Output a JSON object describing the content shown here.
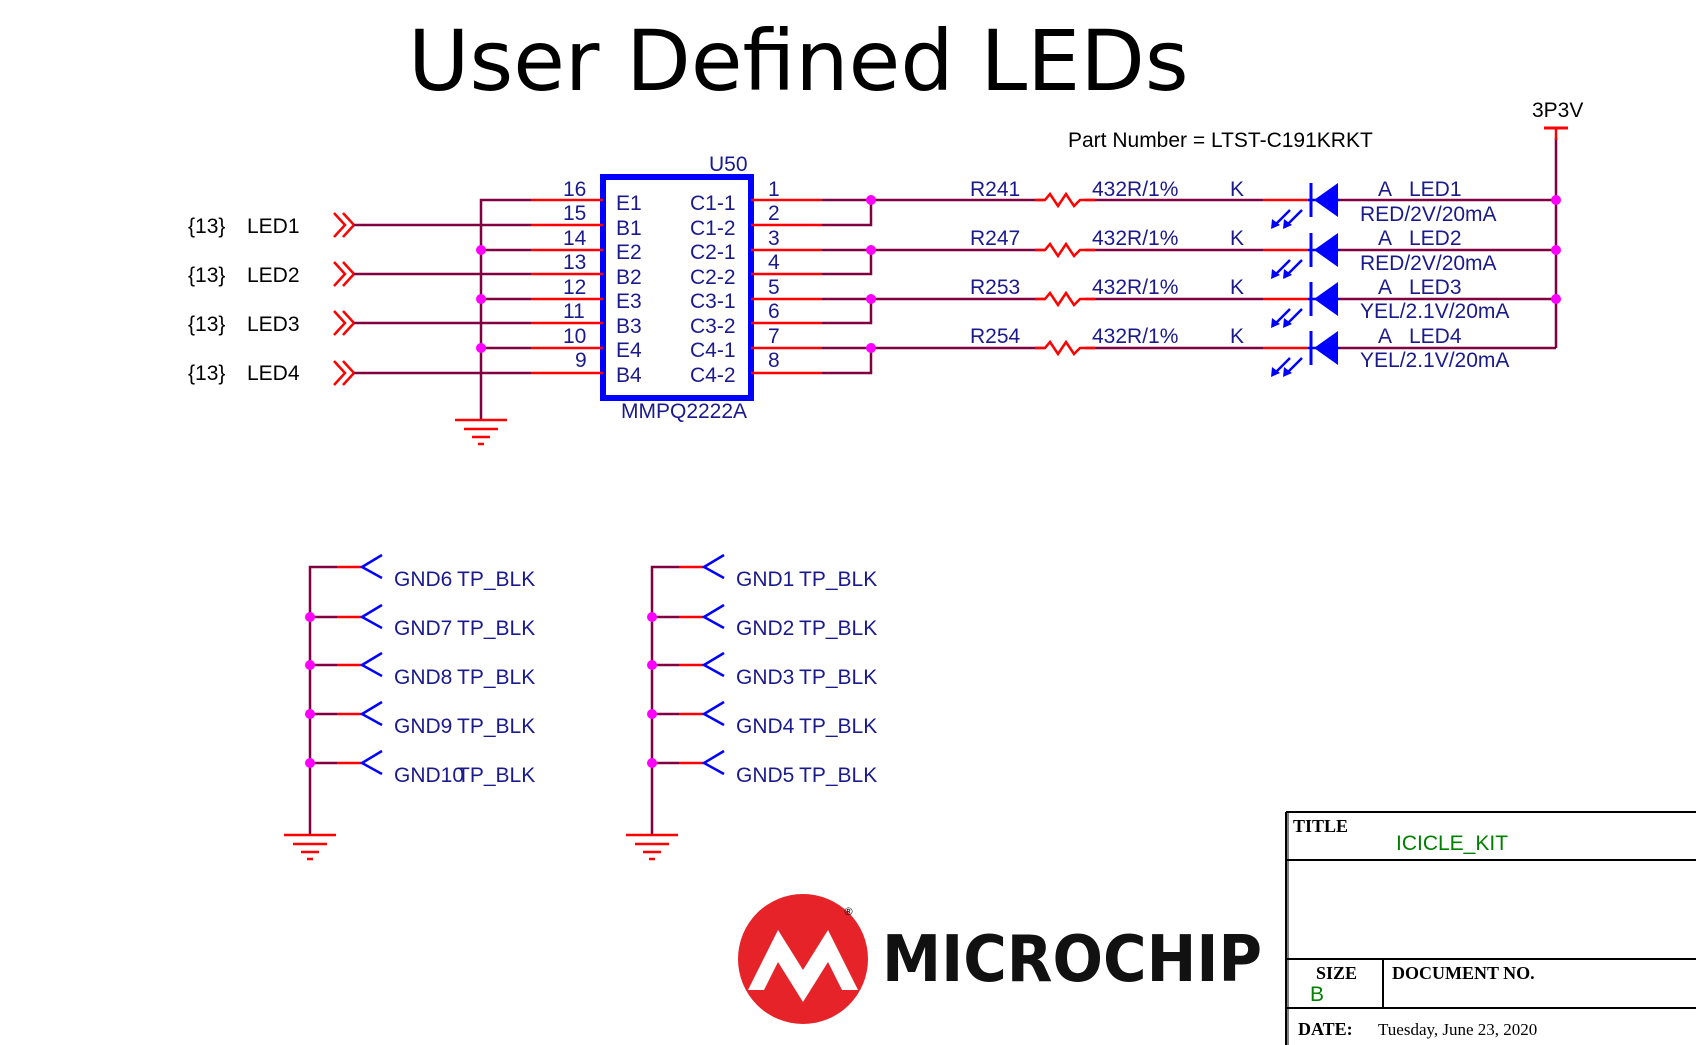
{
  "title": "User Defined LEDs",
  "part_number": "Part Number = LTST-C191KRKT",
  "power_rail": "3P3V",
  "ic": {
    "ref": "U50",
    "part": "MMPQ2222A",
    "left_pins": [
      {
        "num": "16",
        "name": "E1"
      },
      {
        "num": "15",
        "name": "B1"
      },
      {
        "num": "14",
        "name": "E2"
      },
      {
        "num": "13",
        "name": "B2"
      },
      {
        "num": "12",
        "name": "E3"
      },
      {
        "num": "11",
        "name": "B3"
      },
      {
        "num": "10",
        "name": "E4"
      },
      {
        "num": "9",
        "name": "B4"
      }
    ],
    "right_pins": [
      {
        "num": "1",
        "name": "C1-1"
      },
      {
        "num": "2",
        "name": "C1-2"
      },
      {
        "num": "3",
        "name": "C2-1"
      },
      {
        "num": "4",
        "name": "C2-2"
      },
      {
        "num": "5",
        "name": "C3-1"
      },
      {
        "num": "6",
        "name": "C3-2"
      },
      {
        "num": "7",
        "name": "C4-1"
      },
      {
        "num": "8",
        "name": "C4-2"
      }
    ]
  },
  "led_inputs": [
    {
      "sheet": "{13}",
      "net": "LED1"
    },
    {
      "sheet": "{13}",
      "net": "LED2"
    },
    {
      "sheet": "{13}",
      "net": "LED3"
    },
    {
      "sheet": "{13}",
      "net": "LED4"
    }
  ],
  "resistors": [
    {
      "ref": "R241",
      "value": "432R/1%"
    },
    {
      "ref": "R247",
      "value": "432R/1%"
    },
    {
      "ref": "R253",
      "value": "432R/1%"
    },
    {
      "ref": "R254",
      "value": "432R/1%"
    }
  ],
  "leds": [
    {
      "cathode": "K",
      "anode": "A",
      "ref": "LED1",
      "spec": "RED/2V/20mA"
    },
    {
      "cathode": "K",
      "anode": "A",
      "ref": "LED2",
      "spec": "RED/2V/20mA"
    },
    {
      "cathode": "K",
      "anode": "A",
      "ref": "LED3",
      "spec": "YEL/2.1V/20mA"
    },
    {
      "cathode": "K",
      "anode": "A",
      "ref": "LED4",
      "spec": "YEL/2.1V/20mA"
    }
  ],
  "test_points_left": [
    {
      "net": "GND6",
      "part": "TP_BLK"
    },
    {
      "net": "GND7",
      "part": "TP_BLK"
    },
    {
      "net": "GND8",
      "part": "TP_BLK"
    },
    {
      "net": "GND9",
      "part": "TP_BLK"
    },
    {
      "net": "GND10",
      "part": "TP_BLK"
    }
  ],
  "test_points_right": [
    {
      "net": "GND1",
      "part": "TP_BLK"
    },
    {
      "net": "GND2",
      "part": "TP_BLK"
    },
    {
      "net": "GND3",
      "part": "TP_BLK"
    },
    {
      "net": "GND4",
      "part": "TP_BLK"
    },
    {
      "net": "GND5",
      "part": "TP_BLK"
    }
  ],
  "logo": {
    "brand": "MICROCHIP",
    "mark": "®"
  },
  "title_block": {
    "title_label": "TITLE",
    "title_value": "ICICLE_KIT",
    "size_label": "SIZE",
    "size_value": "B",
    "doc_label": "DOCUMENT NO.",
    "date_label": "DATE:",
    "date_value": "Tuesday, June 23, 2020"
  },
  "colors": {
    "wire": "#800040",
    "pin": "#ff0000",
    "component": "#0000ff",
    "junction": "#ff00ff",
    "label": "#1a1a8c",
    "title_value": "#008000",
    "logo_red": "#e52329"
  }
}
